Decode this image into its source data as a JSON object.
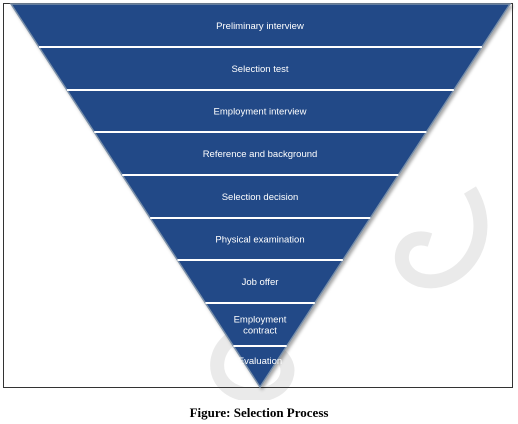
{
  "diagram": {
    "type": "inverted-funnel",
    "levels": [
      {
        "label": "Preliminary interview"
      },
      {
        "label": "Selection test"
      },
      {
        "label": "Employment interview"
      },
      {
        "label": "Reference and background"
      },
      {
        "label": "Selection decision"
      },
      {
        "label": "Physical examination"
      },
      {
        "label": "Job offer"
      },
      {
        "label": "Employment contract"
      },
      {
        "label": "Evaluation"
      }
    ],
    "colors": {
      "fill": "#234A87",
      "separator": "#FFFFFF",
      "outline": "#7A8FA8",
      "text": "#FFFFFF"
    }
  },
  "caption": "Figure: Selection Process"
}
